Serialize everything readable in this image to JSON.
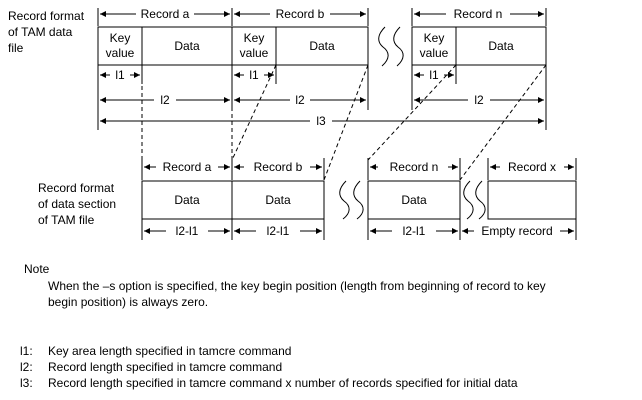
{
  "top": {
    "caption": [
      "Record format",
      "of TAM data",
      "file"
    ],
    "records": [
      "Record a",
      "Record b",
      "Record n"
    ],
    "key_value": [
      "Key",
      "value"
    ],
    "data": "Data",
    "dims": {
      "l1": "l1",
      "l2": "l2",
      "l3": "l3"
    }
  },
  "bottom": {
    "caption": [
      "Record format",
      "of data section",
      "of TAM file"
    ],
    "records": [
      "Record a",
      "Record b",
      "Record n",
      "Record x"
    ],
    "data": "Data",
    "dim": "l2-l1",
    "empty": "Empty record"
  },
  "note": {
    "heading": "Note",
    "line1": "When the –s option is specified, the key begin position (length from beginning of record to key",
    "line2": "begin position) is always zero."
  },
  "legend": [
    {
      "key": "l1:",
      "text": "Key area length specified in tamcre command"
    },
    {
      "key": "l2:",
      "text": "Record length specified in tamcre command"
    },
    {
      "key": "l3:",
      "text": "Record length specified in tamcre command x number of records specified for initial data"
    }
  ]
}
